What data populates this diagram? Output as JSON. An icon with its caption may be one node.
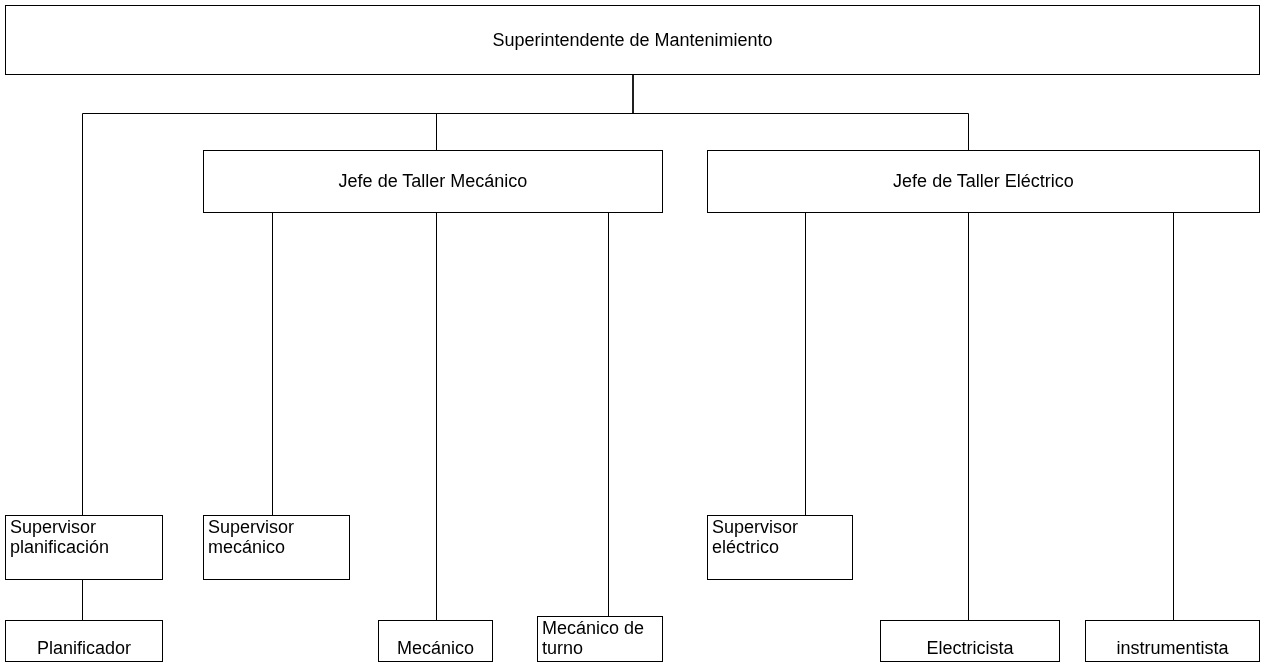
{
  "diagram": {
    "nodes": [
      {
        "text": [
          "Superintendente de Mantenimiento"
        ]
      },
      {
        "text": [
          "Jefe de Taller Mecánico"
        ]
      },
      {
        "text": [
          "Jefe de Taller Eléctrico"
        ]
      },
      {
        "text": [
          "Supervisor planificación"
        ]
      },
      {
        "text": [
          "Supervisor mecánico"
        ]
      },
      {
        "text": [
          "Supervisor eléctrico"
        ]
      },
      {
        "text": [
          "Planificador"
        ]
      },
      {
        "text": [
          "Mecánico"
        ]
      },
      {
        "text": [
          "Mecánico de turno"
        ]
      },
      {
        "text": [
          "Electricista"
        ]
      },
      {
        "text": [
          "instrumentista"
        ]
      }
    ],
    "edges": [
      {
        "from": 0,
        "to": 3,
        "arrow": "none"
      },
      {
        "from": 0,
        "to": 1,
        "arrow": "none"
      },
      {
        "from": 0,
        "to": 2,
        "arrow": "none"
      },
      {
        "from": 3,
        "to": 6,
        "arrow": "none"
      },
      {
        "from": 1,
        "to": 4,
        "arrow": "none"
      },
      {
        "from": 1,
        "to": 7,
        "arrow": "none"
      },
      {
        "from": 1,
        "to": 8,
        "arrow": "none"
      },
      {
        "from": 2,
        "to": 5,
        "arrow": "none"
      },
      {
        "from": 2,
        "to": 9,
        "arrow": "none"
      },
      {
        "from": 2,
        "to": 10,
        "arrow": "none"
      }
    ]
  }
}
